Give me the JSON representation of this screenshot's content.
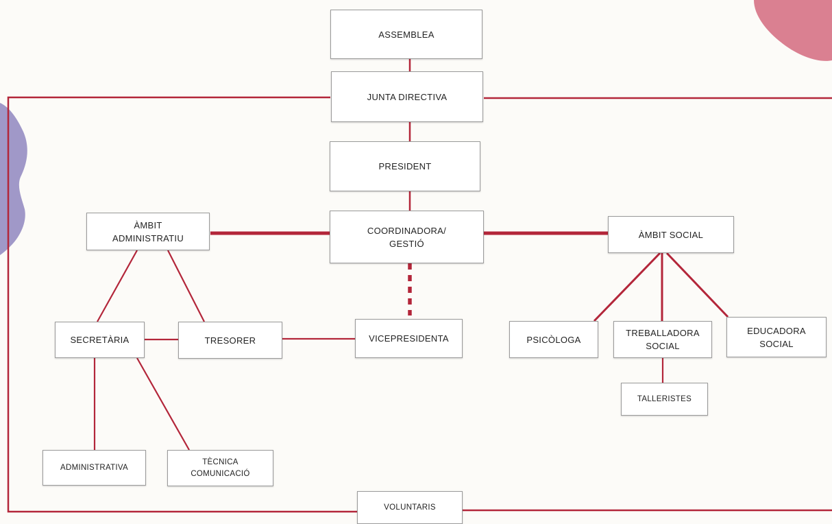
{
  "colors": {
    "background": "#fcfbf8",
    "line": "#b3263a",
    "box_border": "#9a9a9a",
    "blob_pink": "#d46a7f",
    "blob_purple": "#8f86bf"
  },
  "nodes": {
    "assemblea": "ASSEMBLEA",
    "junta_directiva": "JUNTA DIRECTIVA",
    "president": "PRESIDENT",
    "coordinadora_gestio": "COORDINADORA/\nGESTIÓ",
    "ambit_administratiu": "ÀMBIT\nADMINISTRATIU",
    "ambit_social": "ÀMBIT SOCIAL",
    "secretaria": "SECRETÀRIA",
    "tresorer": "TRESORER",
    "vicepresidenta": "VICEPRESIDENTA",
    "psicologa": "PSICÒLOGA",
    "treballadora_social": "TREBALLADORA\nSOCIAL",
    "educadora_social": "EDUCADORA\nSOCIAL",
    "talleristes": "TALLERISTES",
    "administrativa": "ADMINISTRATIVA",
    "tecnica_comunicacio": "TÈCNICA\nCOMUNICACIÓ",
    "voluntaris": "VOLUNTARIS"
  }
}
